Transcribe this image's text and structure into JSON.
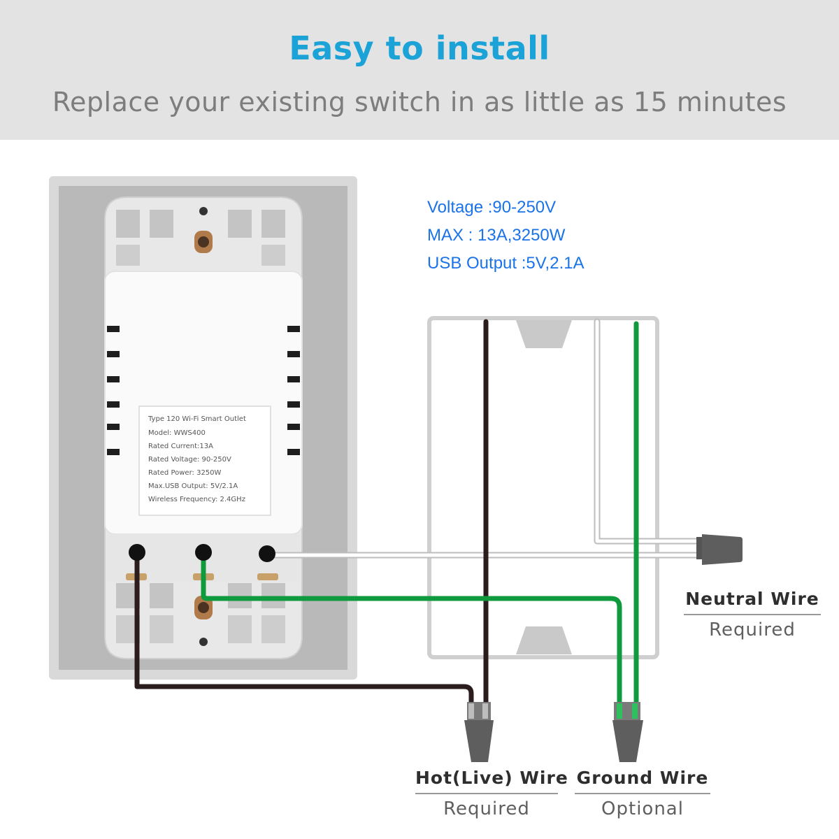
{
  "header": {
    "title": "Easy to install",
    "subtitle": "Replace your existing switch in as little as 15 minutes"
  },
  "specs": [
    "Voltage :90-250V",
    "MAX : 13A,3250W",
    "USB Output :5V,2.1A"
  ],
  "device_label": {
    "type_line": "Type 120 Wi-Fi Smart Outlet",
    "rows": [
      {
        "key": "Model:",
        "value": "WWS400"
      },
      {
        "key": "Rated Current:",
        "value": "13A"
      },
      {
        "key": "Rated Voltage:",
        "value": "90-250V"
      },
      {
        "key": "Rated Power:",
        "value": "3250W"
      },
      {
        "key": "Max.USB Output:",
        "value": "5V/2.1A"
      },
      {
        "key": "Wireless Frequency:",
        "value": "2.4GHz"
      }
    ]
  },
  "wires": {
    "neutral": {
      "name": "Neutral  Wire",
      "requirement": "Required",
      "color": "#ffffff"
    },
    "hot": {
      "name": "Hot(Live)  Wire",
      "requirement": "Required",
      "color": "#2b1d1d"
    },
    "ground": {
      "name": "Ground  Wire",
      "requirement": "Optional",
      "color": "#0f9a3e"
    }
  },
  "colors": {
    "title": "#1ba3d8",
    "subtitle": "#7d7d7d",
    "specs": "#1a73e8",
    "header_bg": "#e3e3e3"
  }
}
